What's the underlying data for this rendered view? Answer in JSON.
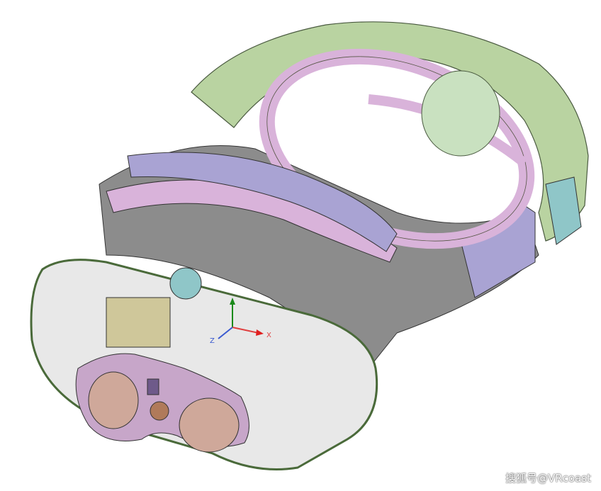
{
  "image": {
    "subject": "cad-cutaway-vr-headset",
    "colors": {
      "strap_green": "#b9d3a1",
      "inner_pink": "#d9b3da",
      "band_purple": "#a9a3d3",
      "gray_body": "#8c8c8c",
      "visor_front": "#c7a6c9",
      "lens_tan": "#cfa89a",
      "teal_parts": "#8fc6c8"
    },
    "axis_triad": {
      "x_label": "X",
      "z_label": "Z"
    },
    "watermark": "搜狐号@VRcoast"
  }
}
